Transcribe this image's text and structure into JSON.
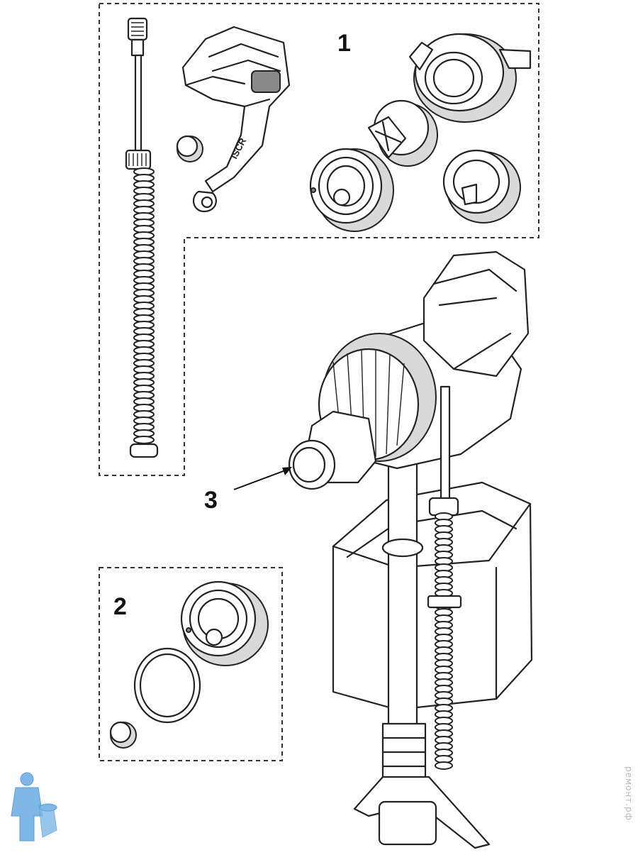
{
  "callouts": {
    "one": "1",
    "two": "2",
    "three": "3"
  },
  "watermark": "ремонт.рф"
}
